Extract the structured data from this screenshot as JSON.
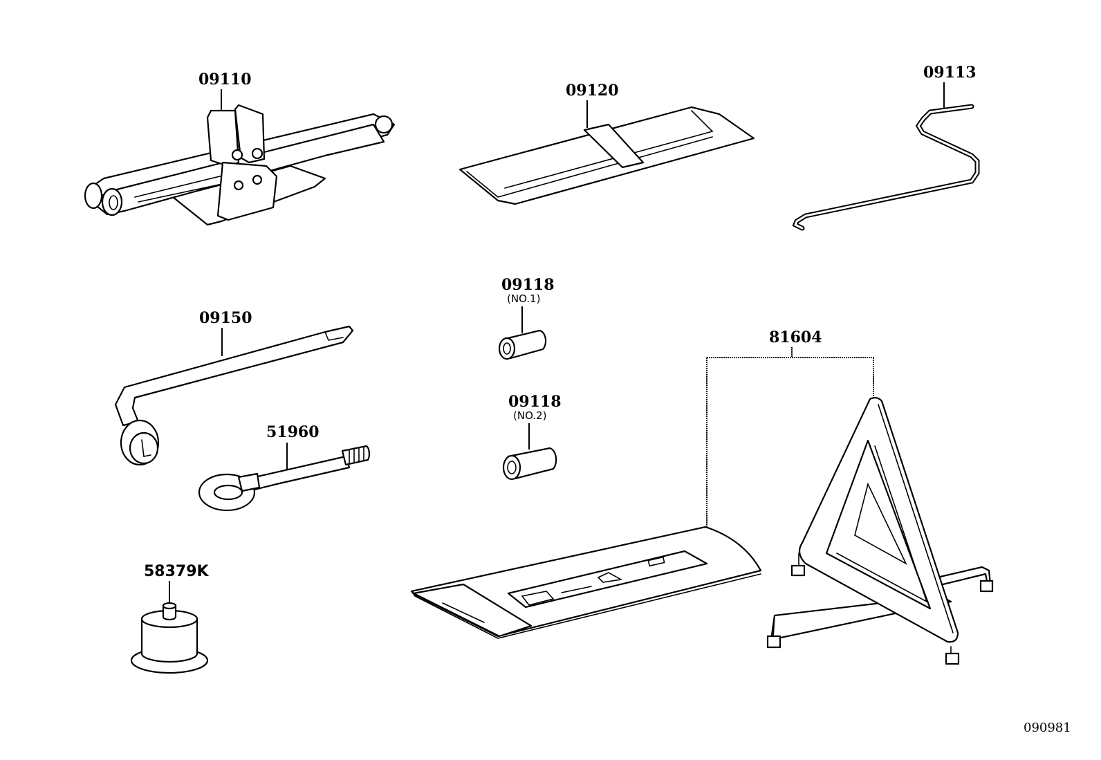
{
  "diagram": {
    "type": "parts-catalog-illustration",
    "reference_code": "090981",
    "parts": [
      {
        "id": "jack",
        "number": "09110",
        "sub": ""
      },
      {
        "id": "tool-bag",
        "number": "09120",
        "sub": ""
      },
      {
        "id": "jack-handle",
        "number": "09113",
        "sub": ""
      },
      {
        "id": "wheel-wrench",
        "number": "09150",
        "sub": ""
      },
      {
        "id": "adapter-1",
        "number": "09118",
        "sub": "(NO.1)"
      },
      {
        "id": "adapter-2",
        "number": "09118",
        "sub": "(NO.2)"
      },
      {
        "id": "towing-eye",
        "number": "51960",
        "sub": ""
      },
      {
        "id": "plug",
        "number": "58379K",
        "sub": ""
      },
      {
        "id": "warning-triangle-set",
        "number": "81604",
        "sub": ""
      }
    ]
  }
}
